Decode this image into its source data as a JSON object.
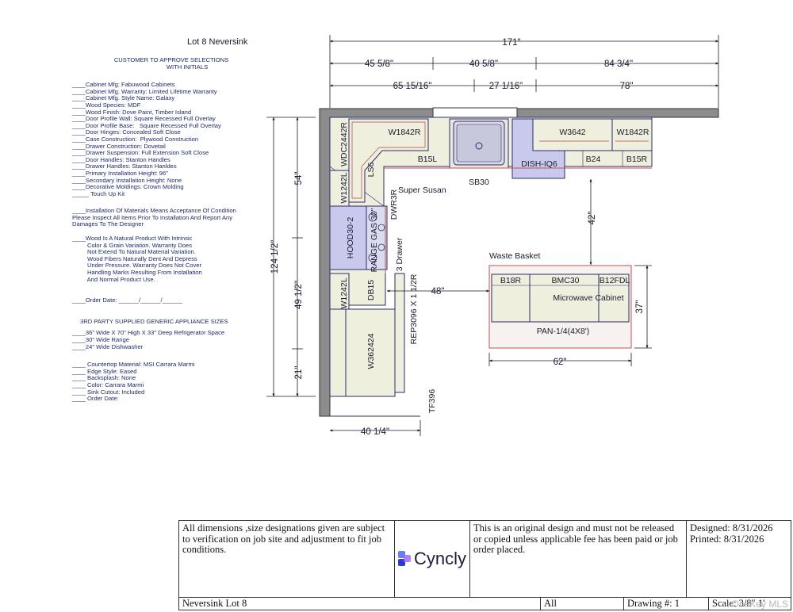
{
  "title": "Lot 8 Neversink",
  "approve": {
    "line1": "CUSTOMER TO APPROVE SELECTIONS",
    "line2": "WITH INITIALS"
  },
  "selections": [
    "____Cabinet Mfg: Fabuwood Cabinets",
    "____Cabinet Mfg. Warranty: Limited Lifetime Warranty",
    "____Cabinet Mfg. Style Name: Galaxy",
    "____Wood Species: MDF",
    "____Wood Finish: Dove Paint, Timber Island",
    "____Door Profile Wall: Square Recessed Full Overlay",
    "____Door Profile Base:   Square Recessed Full Overlay",
    "____Door Hinges: Concealed Soft Close",
    "____Case Construction:  Plywood Construction",
    "____Drawer Construction: Dovetail",
    "____Drawer Suspension: Full Extension Soft Close",
    "____Door Handles: Stanton Handles",
    "____Drawer Handles: Stanton Hanldes",
    "____Primary Installation Height: 96\"",
    "____Secondary Installation Height: None",
    "____Decorative Moldings: Crown Molding",
    "_____ Touch Up Kit"
  ],
  "install_note": [
    "____Installation Of Materials Means Acceptance Of Condition",
    "Please Inspect All Items Prior To Installation And Report Any",
    "Damages To The Designer"
  ],
  "wood_note": [
    "____Wood Is A Natural Product With Intrinsic",
    "         Color & Grain Variation. Warranty Does",
    "         Not Extend To Natural Material Variation.",
    "         Wood Fibers Naturally Dent And Depress",
    "         Under Pressure. Warranty Does Not Cover",
    "         Handling Marks Resulting From Installation",
    "         And Normal Product Use."
  ],
  "order_date": "____Order Date: ______/______/______",
  "appliance_heading": "3RD PARTY SUPPLIED GENERIC APPLIANCE SIZES",
  "appliances": [
    "____36\" Wide X 70\" High X 33\" Deep Refrigerator Space",
    "____30\" Wide Range",
    "____24\" Wide Dishwasher"
  ],
  "countertop": [
    "____ Countertop Material: MSI Carrara Marmi",
    "____ Edge Style: Eased",
    "____ Backsplash: None",
    "____ Color: Carrara Marmi",
    "____ Sink Cutout: Included",
    "____ Order Date:"
  ],
  "dims": {
    "total": "171\"",
    "top_a": "45 5/8\"",
    "top_b": "40 5/8\"",
    "top_c": "84 3/4\"",
    "mid_a": "65 15/16\"",
    "mid_b": "27 1/16\"",
    "mid_c": "78\"",
    "left_total": "124 1/2\"",
    "left_a": "54\"",
    "left_b": "49 1/2\"",
    "left_c": "21\"",
    "bottom": "40 1/4\"",
    "aisle_v": "42\"",
    "aisle_h": "48\"",
    "island_w": "62\"",
    "island_d": "37\""
  },
  "cabinets": {
    "w1842r_a": "W1842R",
    "wdc2442r": "WDC2442R",
    "b15l": "B15L",
    "ls6": "LS6",
    "sb30": "SB30",
    "dish": "DISH-IQ6",
    "w3642": "W3642",
    "w1842r_b": "W1842R",
    "b24": "B24",
    "b15r": "B15R",
    "w1242l_a": "W1242L",
    "super_susan": "Super Susan",
    "dwr3r": "DWR3R",
    "hood": "HOOD30-2",
    "range": "RANGE GAS 30\"",
    "three_drawer": "3 Drawer",
    "db15": "DB15",
    "rep": "REP3096 X 1 1/2R",
    "w1242l_b": "W1242L",
    "w362424": "W362424",
    "tf396": "TF396",
    "waste": "Waste Basket",
    "b18r": "B18R",
    "bmc30": "BMC30",
    "b12fdl": "B12FDL",
    "microwave": "Microwave Cabinet",
    "pan": "PAN-1/4(4X8')"
  },
  "titleblock": {
    "dimension_note": "All dimensions ,size designations given are subject to verification on job site and adjustment to fit job conditions.",
    "logo": "Cyncly",
    "original_note": "This is an original design and must not be released or copied unless applicable fee has been paid or job order placed.",
    "designed": "Designed: 8/31/2026",
    "printed": "Printed: 8/31/2026",
    "project": "Neversink Lot 8",
    "all": "All",
    "drawing": "Drawing #: 1",
    "scale": "Scale: 3/8\" 1'"
  },
  "watermark": "OneKey MLS",
  "colors": {
    "line": "#2b2b6b",
    "cabinet": "#efefdd",
    "wall": "#8c8c8c",
    "appliance": "#c9c9ee",
    "counter": "#c7504a"
  }
}
